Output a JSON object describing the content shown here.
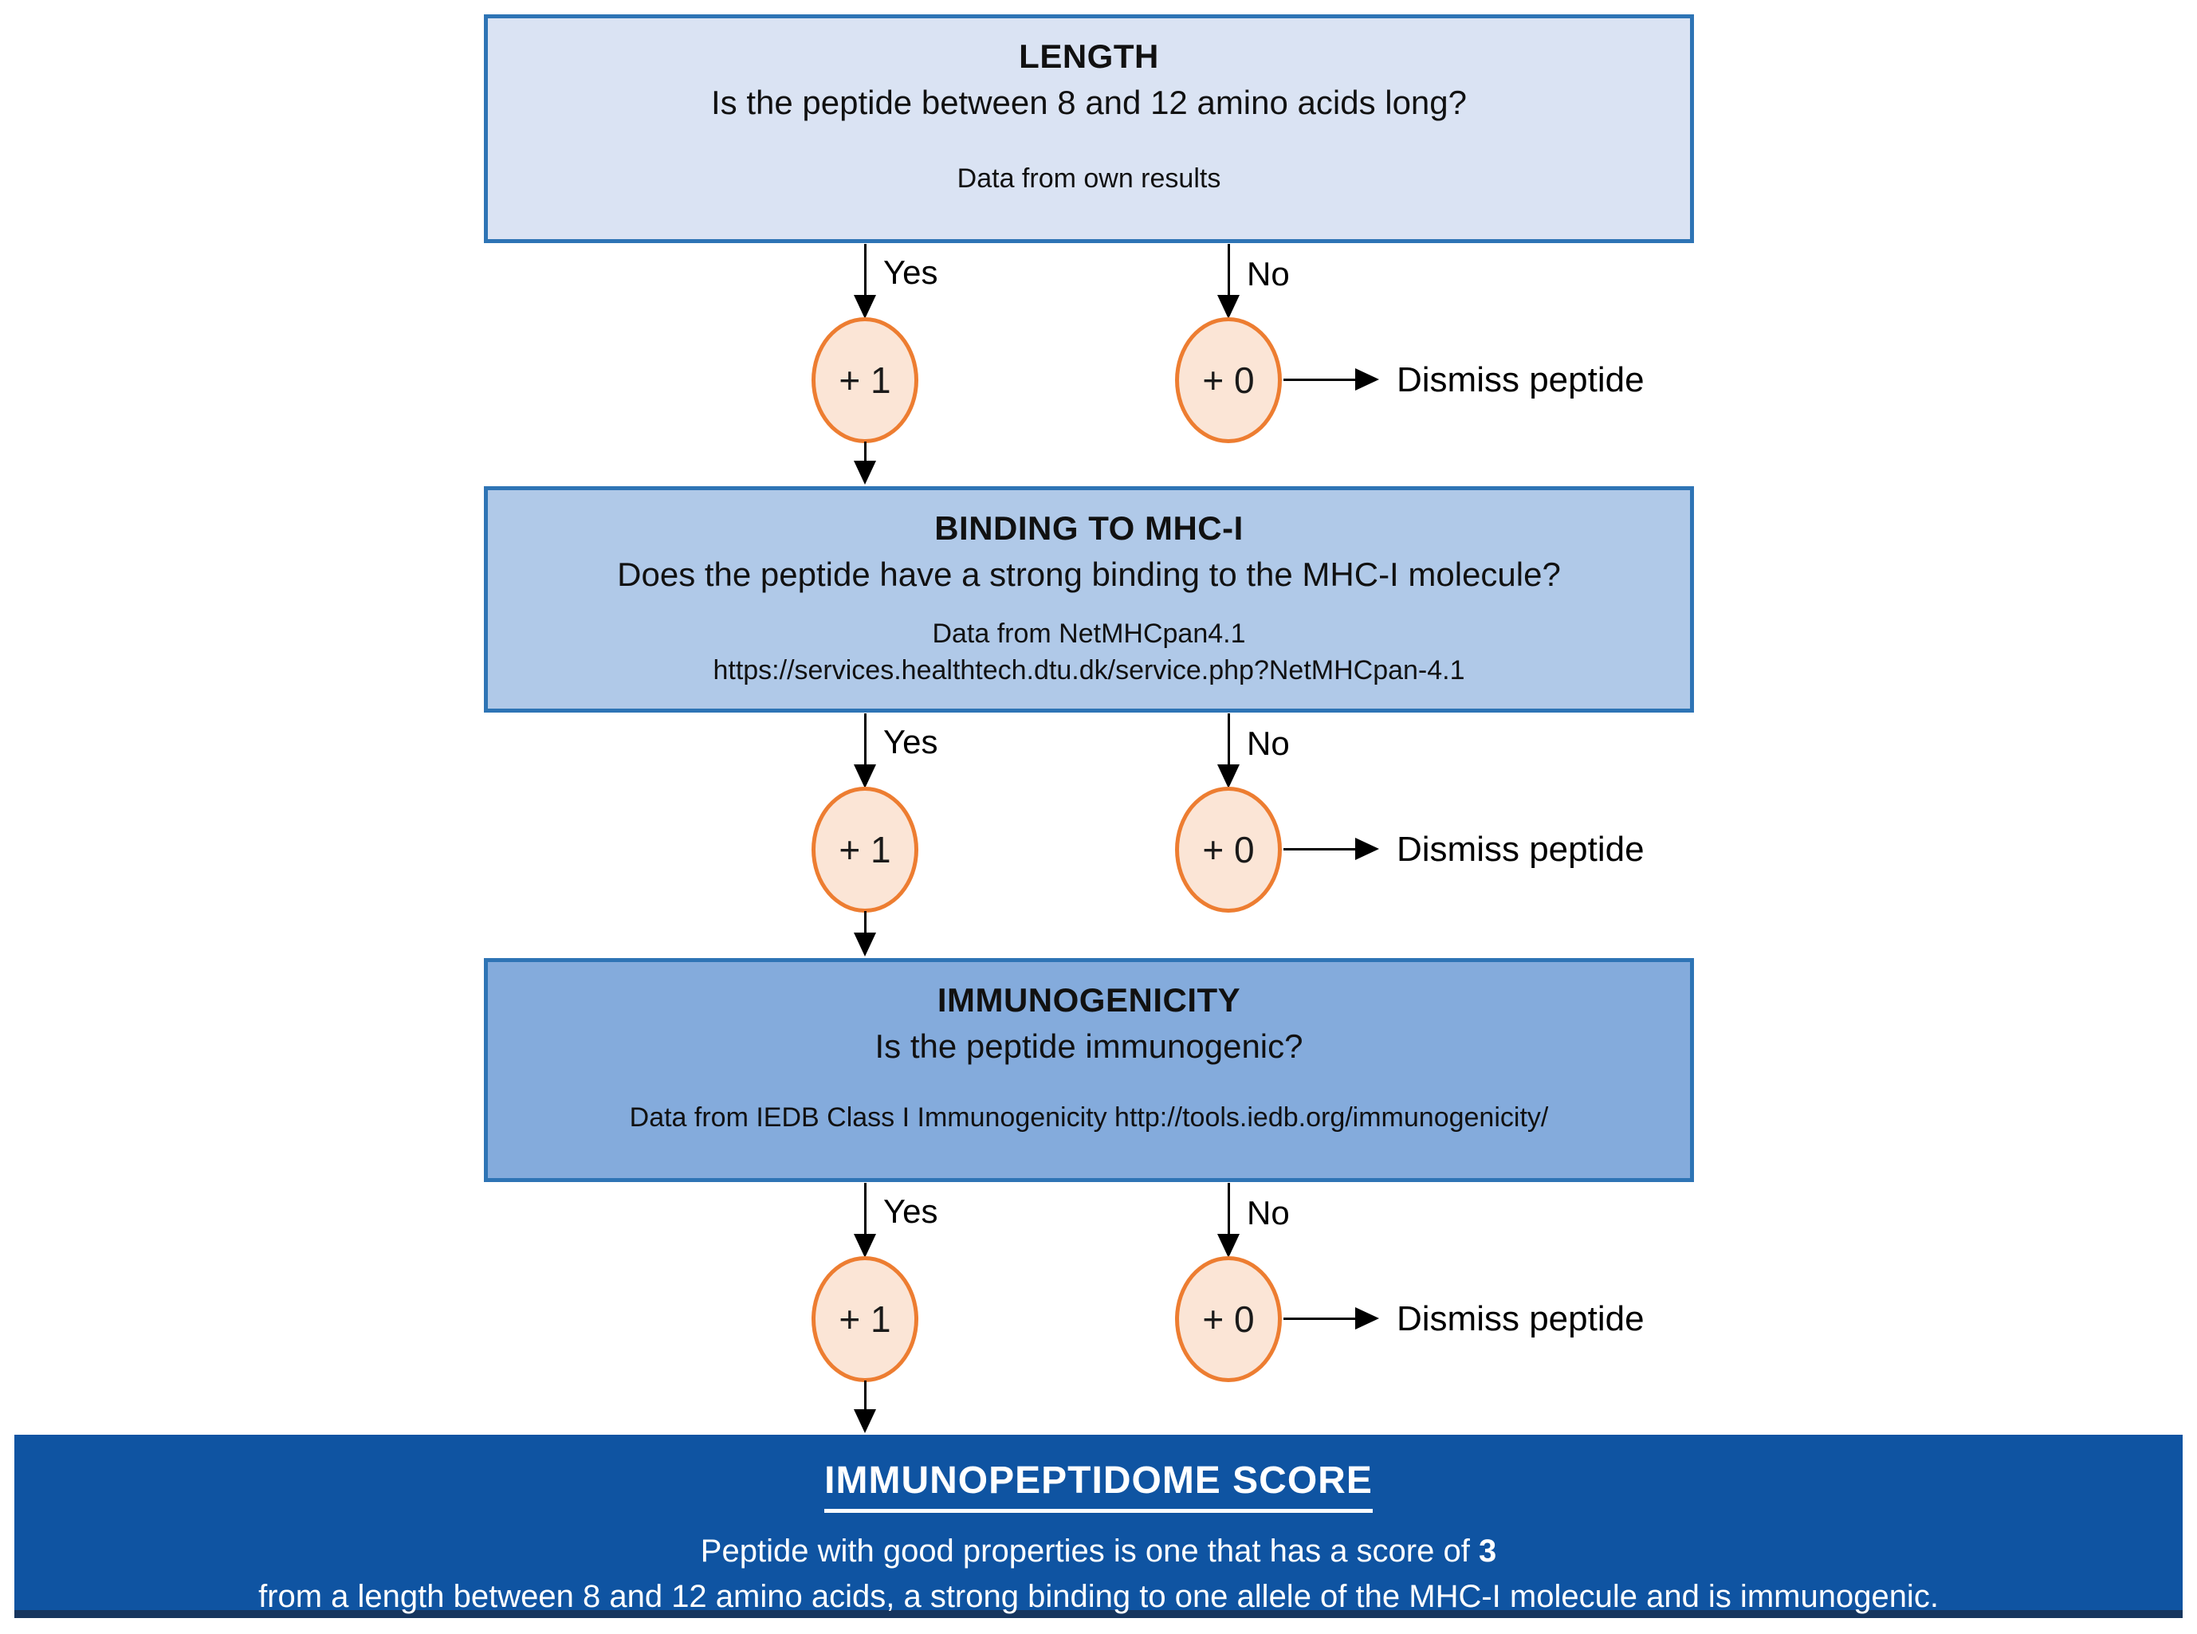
{
  "colors": {
    "step1_fill": "#dae3f3",
    "step2_fill": "#b0c9e8",
    "step3_fill": "#84abdc",
    "box_border": "#2e74b5",
    "final_fill": "#0f54a2",
    "final_bottom_border": "#16355e",
    "circle_fill": "#fbe5d6",
    "circle_border": "#ed7d31",
    "connector": "#000000",
    "final_text": "#ffffff"
  },
  "steps": [
    {
      "title": "LENGTH",
      "question": "Is the peptide between 8 and 12 amino acids long?",
      "source_lines": {
        "0": "Data from own results"
      },
      "yes_label": "Yes",
      "yes_score": "+ 1",
      "no_label": "No",
      "no_score": "+ 0",
      "no_action": "Dismiss peptide"
    },
    {
      "title": "BINDING TO MHC-I",
      "question": "Does the peptide have a strong binding to the MHC-I molecule?",
      "source_lines": {
        "0": "Data from NetMHCpan4.1",
        "1": "https://services.healthtech.dtu.dk/service.php?NetMHCpan-4.1"
      },
      "yes_label": "Yes",
      "yes_score": "+ 1",
      "no_label": "No",
      "no_score": "+ 0",
      "no_action": "Dismiss peptide"
    },
    {
      "title": "IMMUNOGENICITY",
      "question": "Is the peptide immunogenic?",
      "source_lines": {
        "0": "Data from IEDB Class I Immunogenicity http://tools.iedb.org/immunogenicity/"
      },
      "yes_label": "Yes",
      "yes_score": "+ 1",
      "no_label": "No",
      "no_score": "+ 0",
      "no_action": "Dismiss peptide"
    }
  ],
  "final": {
    "title": "IMMUNOPEPTIDOME SCORE",
    "line1_prefix": "Peptide with good properties is one that has a score of ",
    "line1_bold": "3",
    "line2": "from a length between 8 and 12 amino acids, a strong binding to one allele of the MHC-I molecule and is immunogenic."
  }
}
